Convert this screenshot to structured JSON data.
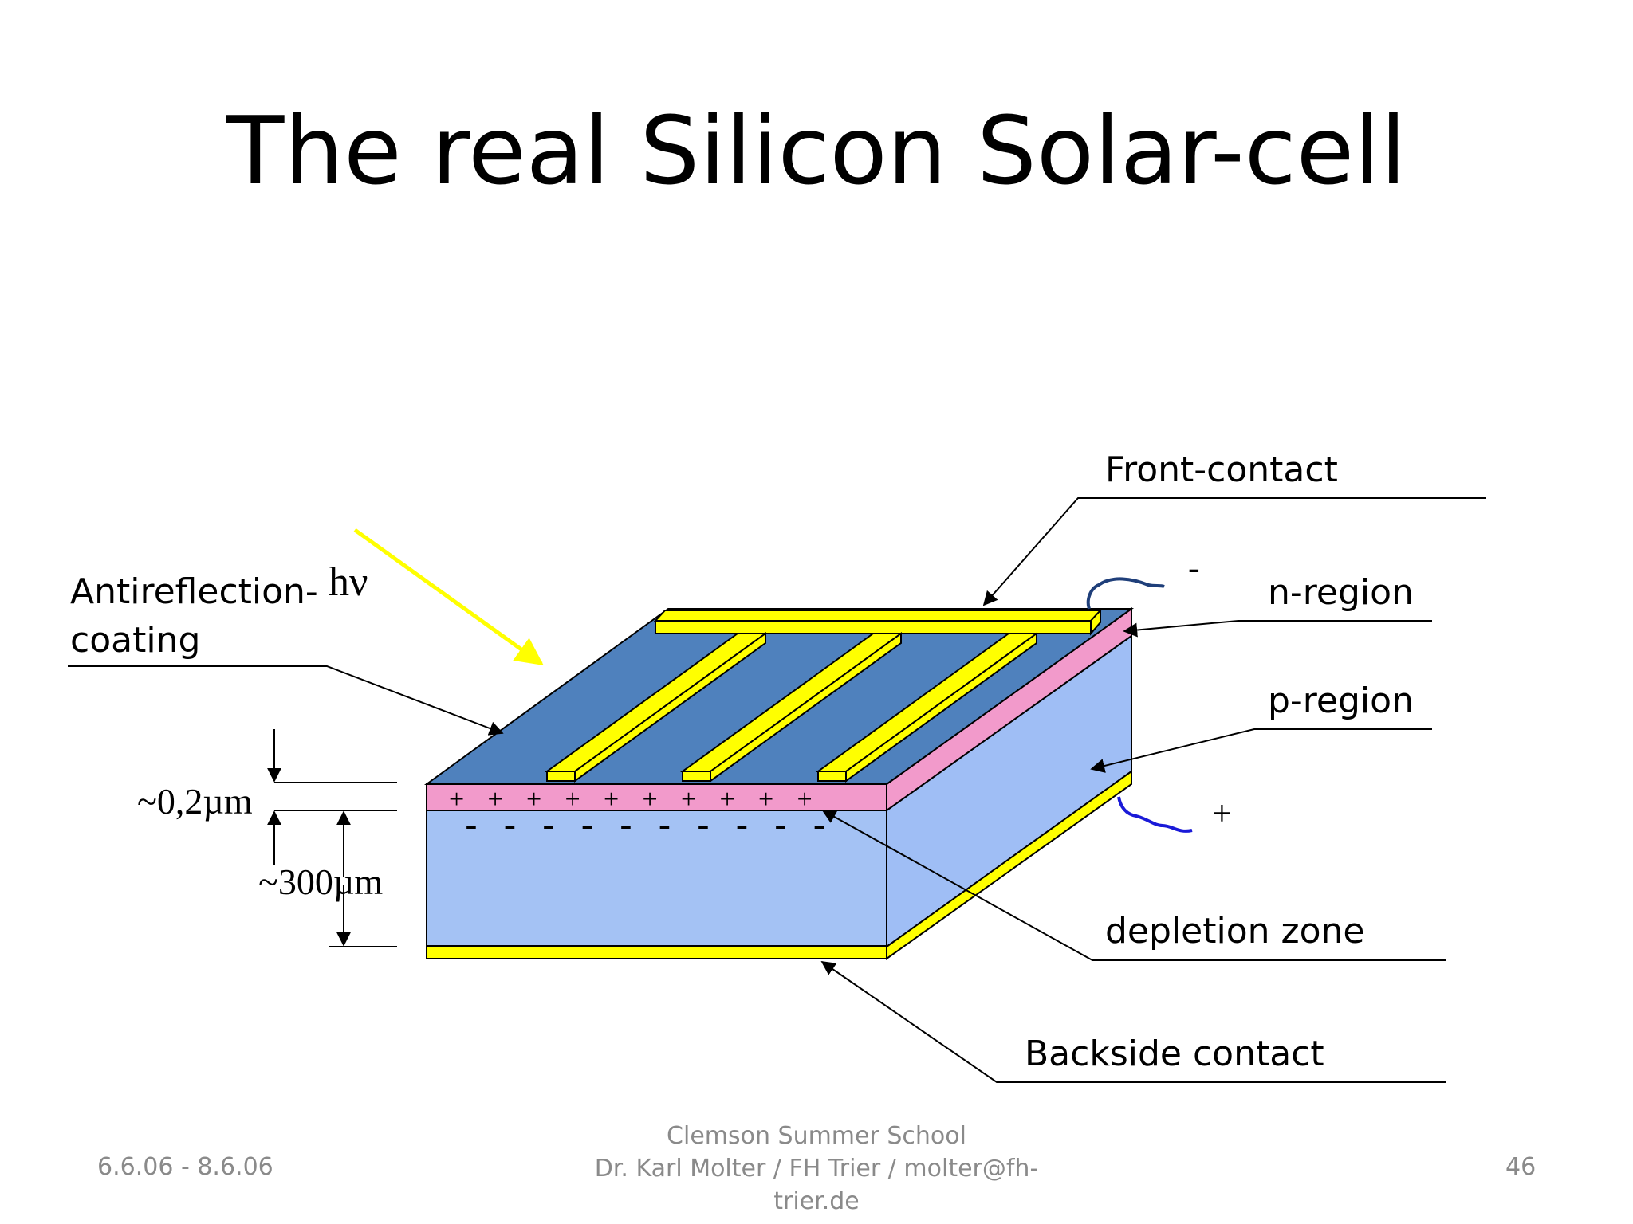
{
  "slide": {
    "title": "The real Silicon Solar-cell"
  },
  "diagram": {
    "labels": {
      "front_contact": "Front-contact",
      "n_region": "n-region",
      "p_region": "p-region",
      "depletion_zone": "depletion zone",
      "backside_contact": "Backside contact",
      "antireflection_line1": "Antireflection-",
      "antireflection_line2": "coating",
      "photon": "hν",
      "minus_terminal": "-",
      "plus_terminal": "+",
      "thickness_top": "~0,2µm",
      "thickness_bottom": "~300µm"
    },
    "charges": {
      "plus": [
        "+",
        "+",
        "+",
        "+",
        "+",
        "+",
        "+",
        "+",
        "+",
        "+"
      ],
      "minus": [
        "-",
        "-",
        "-",
        "-",
        "-",
        "-",
        "-",
        "-",
        "-",
        "-"
      ]
    },
    "colors": {
      "antireflection": "#4f81bd",
      "n_region": "#f29acb",
      "p_region": "#a4c2f4",
      "p_region_side": "#9fbef5",
      "contact": "#ffff00",
      "light_ray": "#ffff00",
      "wire_minus": "#1f3f7a",
      "wire_plus": "#1a1ad8"
    }
  },
  "footer": {
    "date": "6.6.06 - 8.6.06",
    "center_line1": "Clemson Summer School",
    "center_line2": "Dr. Karl Molter / FH Trier / molter@fh-",
    "center_line3": "trier.de",
    "page": "46"
  }
}
